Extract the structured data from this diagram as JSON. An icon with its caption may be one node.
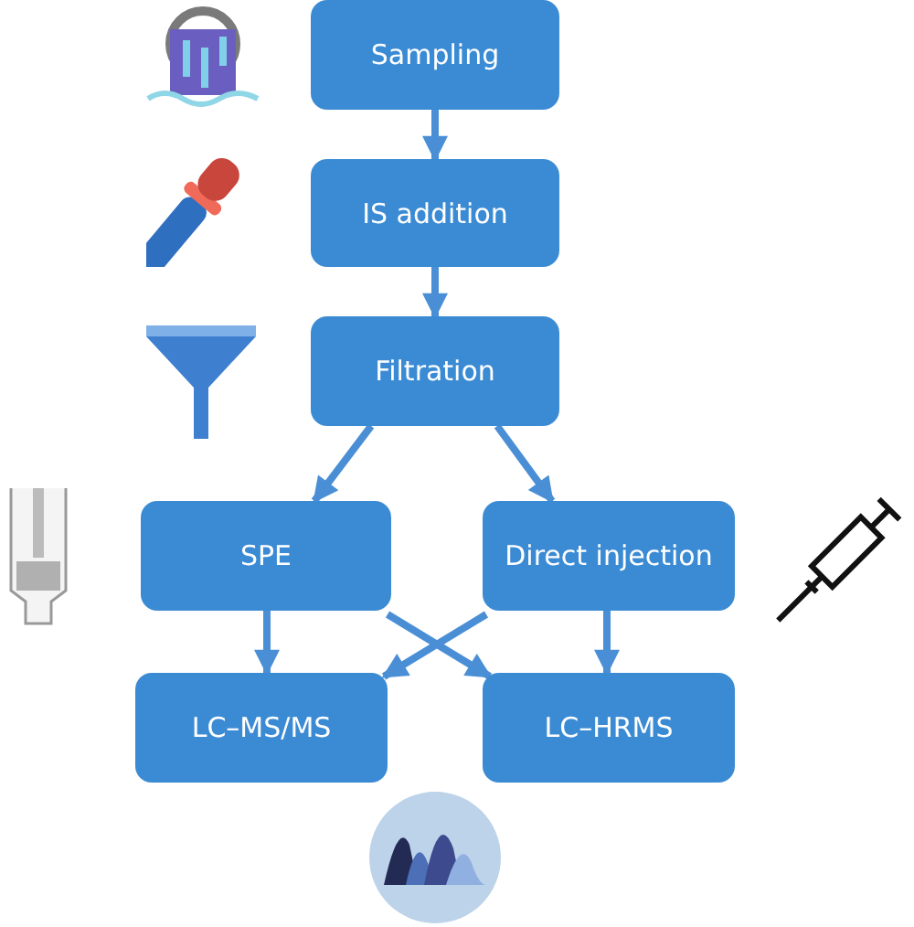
{
  "diagram": {
    "nodes": [
      {
        "text": [
          "Sampling"
        ]
      },
      {
        "text": [
          "IS addition"
        ]
      },
      {
        "text": [
          "Filtration"
        ]
      },
      {
        "text": [
          "SPE"
        ]
      },
      {
        "text": [
          "Direct injection"
        ]
      },
      {
        "text": [
          "LC–MS/MS"
        ]
      },
      {
        "text": [
          "LC–HRMS"
        ]
      }
    ],
    "edges": [
      {
        "from": 0,
        "to": 1,
        "arrow": "to"
      },
      {
        "from": 1,
        "to": 2,
        "arrow": "to"
      },
      {
        "from": 2,
        "to": 3,
        "arrow": "to"
      },
      {
        "from": 2,
        "to": 4,
        "arrow": "to"
      },
      {
        "from": 3,
        "to": 5,
        "arrow": "to"
      },
      {
        "from": 3,
        "to": 6,
        "arrow": "to"
      },
      {
        "from": 4,
        "to": 5,
        "arrow": "to"
      },
      {
        "from": 4,
        "to": 6,
        "arrow": "to"
      }
    ]
  }
}
